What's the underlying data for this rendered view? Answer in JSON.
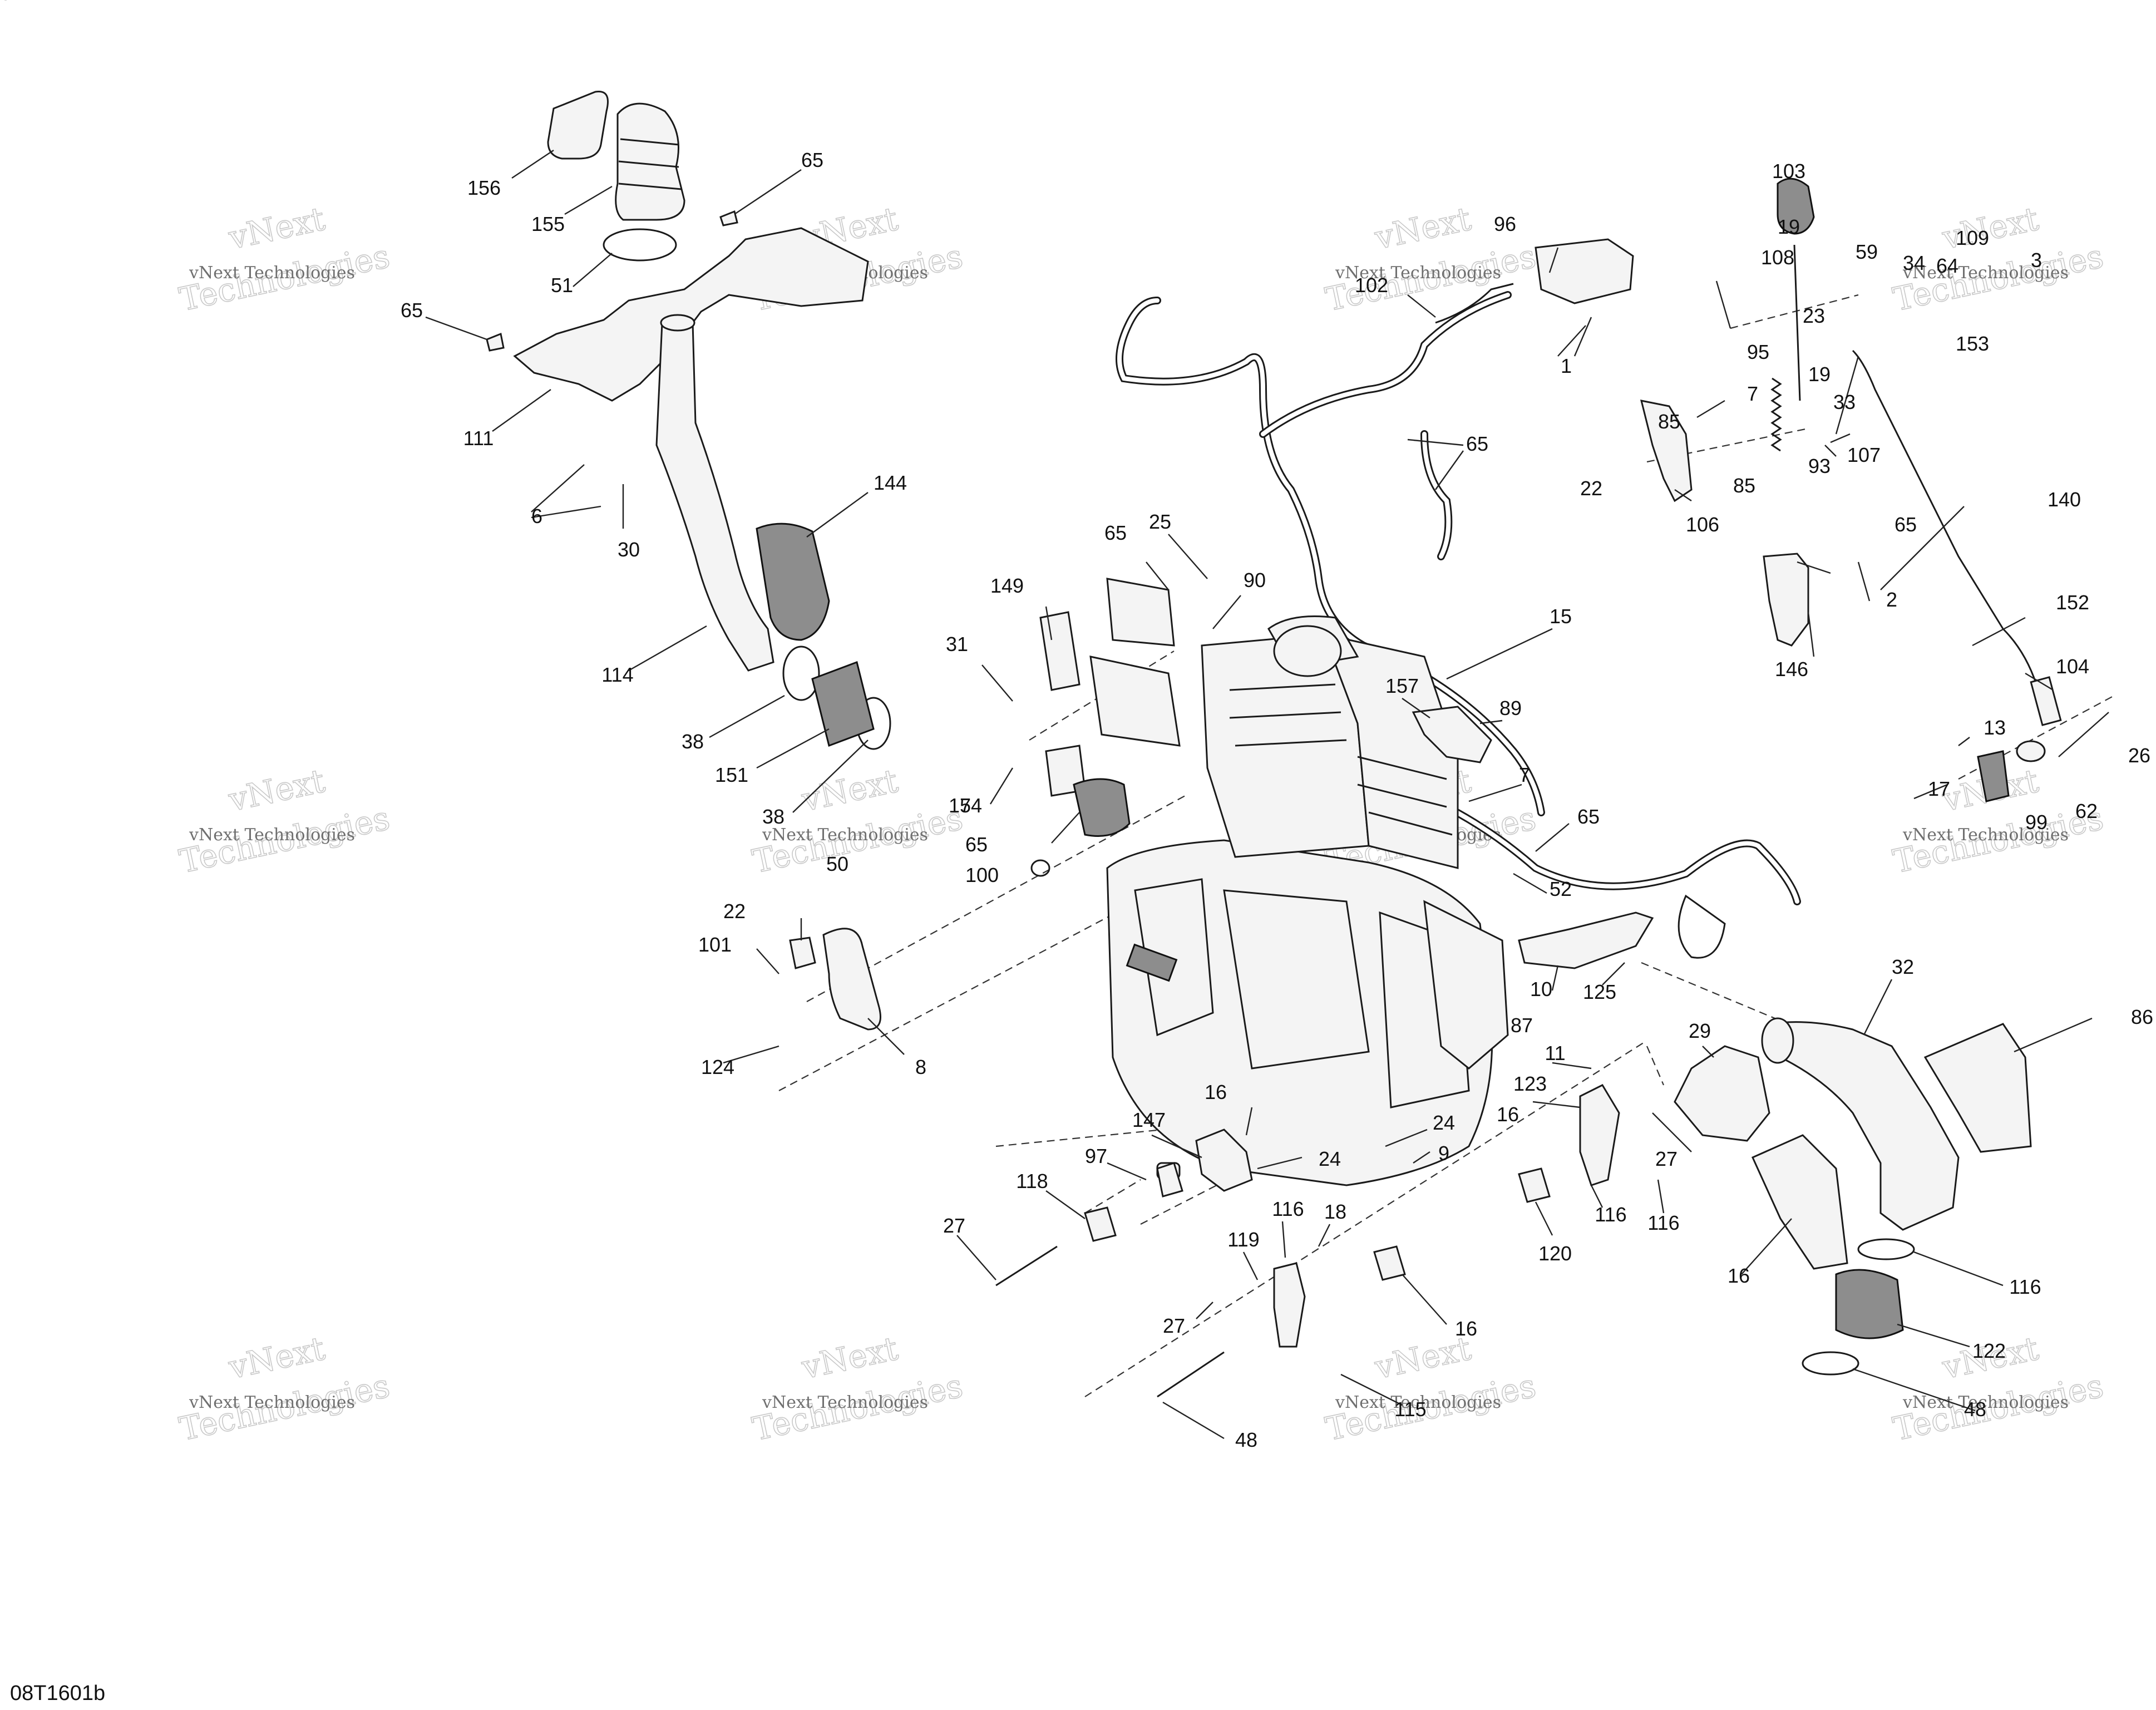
{
  "diagram_code": "08T1601b",
  "watermark": {
    "line1": "vNext Technologies",
    "line2": "Technologies"
  },
  "callouts": [
    "156",
    "155",
    "65",
    "51",
    "65",
    "111",
    "6",
    "30",
    "144",
    "114",
    "38",
    "151",
    "38",
    "96",
    "102",
    "1",
    "65",
    "103",
    "19",
    "108",
    "59",
    "34",
    "109",
    "64",
    "3",
    "153",
    "23",
    "95",
    "7",
    "19",
    "33",
    "85",
    "93",
    "107",
    "22",
    "85",
    "106",
    "140",
    "65",
    "2",
    "146",
    "152",
    "104",
    "13",
    "26",
    "17",
    "99",
    "62",
    "149",
    "65",
    "25",
    "90",
    "31",
    "15",
    "157",
    "89",
    "154",
    "7",
    "7",
    "65",
    "65",
    "100",
    "52",
    "50",
    "22",
    "101",
    "8",
    "124",
    "10",
    "125",
    "32",
    "86",
    "29",
    "11",
    "123",
    "87",
    "16",
    "27",
    "16",
    "24",
    "24",
    "147",
    "9",
    "97",
    "118",
    "116",
    "116",
    "120",
    "27",
    "116",
    "18",
    "119",
    "27",
    "16",
    "16",
    "116",
    "122",
    "48",
    "115",
    "48",
    "27",
    "18"
  ],
  "colors": {
    "ink": "#111111",
    "watermark_text": "#6f6f6f",
    "watermark_outline": "#c9c9c9",
    "part_fill": "#f4f4f4"
  }
}
